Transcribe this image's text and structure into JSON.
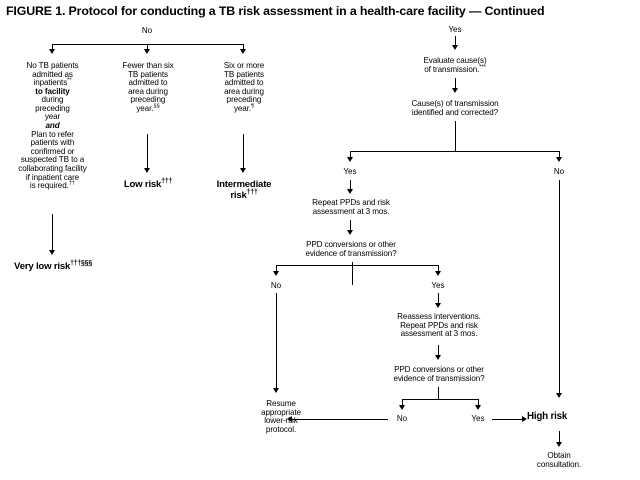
{
  "figure": {
    "title": "FIGURE 1. Protocol for conducting a TB risk assessment in a health-care facility — Continued"
  },
  "branch_labels": {
    "top_no": "No",
    "top_yes": "Yes",
    "lvl1_yes": "Yes",
    "lvl1_no": "No",
    "lvl2_no": "No",
    "lvl2_yes": "Yes",
    "lvl3_no": "No",
    "lvl3_yes": "Yes"
  },
  "left_branch": {
    "box1": {
      "line1": "No TB patients",
      "line2": "admitted as",
      "line3": "inpatients",
      "line3_sup": "**",
      "line4": "to facility",
      "line5": "during",
      "line6": "preceding",
      "line7": "year",
      "line8": "and",
      "line9": "Plan to refer",
      "line10": "patients with",
      "line11": "confirmed or",
      "line12": "suspected TB to a",
      "line13": "collaborating facility",
      "line14": "if inpatient care",
      "line15": "is required.",
      "line15_sup": "††"
    },
    "outcome": "Very low risk",
    "outcome_sup": "†††§§§"
  },
  "middle_branch": {
    "box": {
      "line1": "Fewer than six",
      "line2": "TB patients",
      "line3": "admitted to",
      "line4": "area during",
      "line5": "preceding",
      "line6": "year.",
      "line6_sup": "§§"
    },
    "outcome": "Low risk",
    "outcome_sup": "†††"
  },
  "third_branch": {
    "box": {
      "line1": "Six or more",
      "line2": "TB patients",
      "line3": "admitted to",
      "line4": "area during",
      "line5": "preceding",
      "line6": "year.",
      "line6_sup": "¶"
    },
    "outcome_l1": "Intermediate",
    "outcome_l2": "risk",
    "outcome_sup": "†††"
  },
  "right_branch": {
    "evaluate": {
      "line1": "Evaluate cause(s)",
      "line2": "of transmission.",
      "line2_sup": "***"
    },
    "decision1": {
      "line1": "Cause(s) of transmission",
      "line2": "identified and corrected?"
    },
    "repeat1": {
      "line1": "Repeat PPDs and risk",
      "line2": "assessment at 3 mos."
    },
    "decision2": {
      "line1": "PPD conversions or other",
      "line2": "evidence of transmission?"
    },
    "reassess": {
      "line1": "Reassess interventions.",
      "line2": "Repeat PPDs and risk",
      "line3": "assessment at 3 mos."
    },
    "decision3": {
      "line1": "PPD conversions or other",
      "line2": "evidence of transmission?"
    },
    "resume": {
      "line1": "Resume",
      "line2": "appropriate",
      "line3": "lower-risk",
      "line4": "protocol."
    },
    "high_risk": "High risk",
    "obtain": {
      "line1": "Obtain",
      "line2": "consultation."
    }
  },
  "style": {
    "line_color": "#000000",
    "background": "#ffffff"
  }
}
